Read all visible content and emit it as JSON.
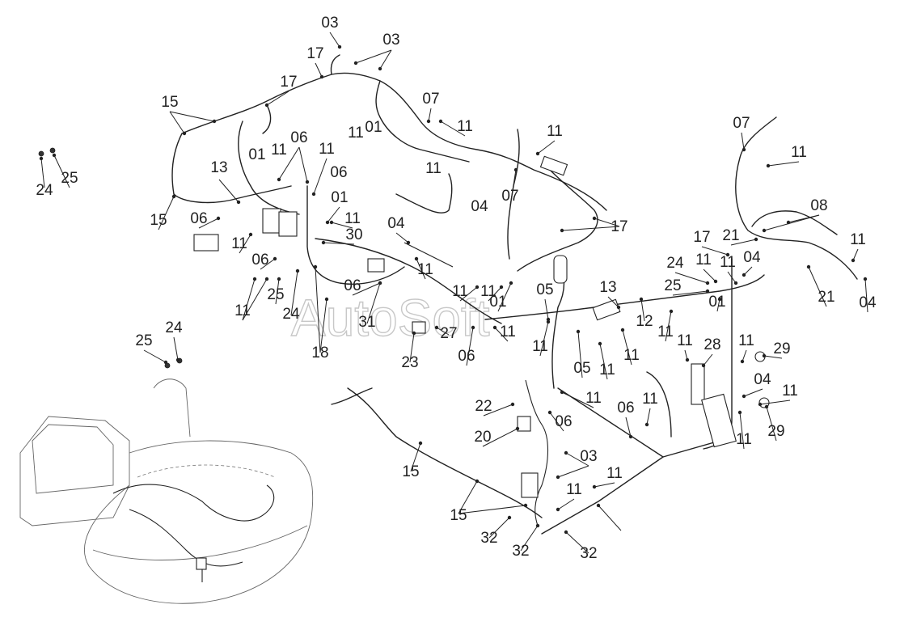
{
  "watermark": "AutoSoft",
  "callouts": [
    {
      "id": "c01",
      "text": "03"
    },
    {
      "id": "c02",
      "text": "03"
    },
    {
      "id": "c03",
      "text": "17"
    },
    {
      "id": "c04",
      "text": "17"
    },
    {
      "id": "c05",
      "text": "15"
    },
    {
      "id": "c06",
      "text": "11"
    },
    {
      "id": "c07",
      "text": "01"
    },
    {
      "id": "c08",
      "text": "07"
    },
    {
      "id": "c09",
      "text": "11"
    },
    {
      "id": "c10",
      "text": "11"
    },
    {
      "id": "c11",
      "text": "07"
    },
    {
      "id": "c12",
      "text": "11"
    },
    {
      "id": "c13",
      "text": "24"
    },
    {
      "id": "c14",
      "text": "25"
    },
    {
      "id": "c15",
      "text": "06"
    },
    {
      "id": "c16",
      "text": "01"
    },
    {
      "id": "c17",
      "text": "11"
    },
    {
      "id": "c18",
      "text": "11"
    },
    {
      "id": "c19",
      "text": "13"
    },
    {
      "id": "c20",
      "text": "06"
    },
    {
      "id": "c21",
      "text": "11"
    },
    {
      "id": "c22",
      "text": "04"
    },
    {
      "id": "c23",
      "text": "15"
    },
    {
      "id": "c24",
      "text": "06"
    },
    {
      "id": "c25",
      "text": "01"
    },
    {
      "id": "c26",
      "text": "11"
    },
    {
      "id": "c27",
      "text": "07"
    },
    {
      "id": "c28",
      "text": "17"
    },
    {
      "id": "c29",
      "text": "08"
    },
    {
      "id": "c30",
      "text": "11"
    },
    {
      "id": "c31",
      "text": "30"
    },
    {
      "id": "c32",
      "text": "04"
    },
    {
      "id": "c33",
      "text": "06"
    },
    {
      "id": "c34",
      "text": "11"
    },
    {
      "id": "c35",
      "text": "17"
    },
    {
      "id": "c36",
      "text": "21"
    },
    {
      "id": "c37",
      "text": "04"
    },
    {
      "id": "c38",
      "text": "11"
    },
    {
      "id": "c39",
      "text": "24"
    },
    {
      "id": "c40",
      "text": "11"
    },
    {
      "id": "c41",
      "text": "21"
    },
    {
      "id": "c42",
      "text": "04"
    },
    {
      "id": "c43",
      "text": "11"
    },
    {
      "id": "c44",
      "text": "25"
    },
    {
      "id": "c45",
      "text": "06"
    },
    {
      "id": "c46",
      "text": "11"
    },
    {
      "id": "c47",
      "text": "05"
    },
    {
      "id": "c48",
      "text": "13"
    },
    {
      "id": "c49",
      "text": "25"
    },
    {
      "id": "c50",
      "text": "24"
    },
    {
      "id": "c51",
      "text": "11"
    },
    {
      "id": "c52",
      "text": "01"
    },
    {
      "id": "c53",
      "text": "01"
    },
    {
      "id": "c54",
      "text": "11"
    },
    {
      "id": "c55",
      "text": "31"
    },
    {
      "id": "c56",
      "text": "12"
    },
    {
      "id": "c57",
      "text": "11"
    },
    {
      "id": "c58",
      "text": "27"
    },
    {
      "id": "c59",
      "text": "11"
    },
    {
      "id": "c60",
      "text": "24"
    },
    {
      "id": "c61",
      "text": "18"
    },
    {
      "id": "c62",
      "text": "25"
    },
    {
      "id": "c63",
      "text": "06"
    },
    {
      "id": "c64",
      "text": "11"
    },
    {
      "id": "c65",
      "text": "28"
    },
    {
      "id": "c66",
      "text": "11"
    },
    {
      "id": "c67",
      "text": "29"
    },
    {
      "id": "c68",
      "text": "11"
    },
    {
      "id": "c69",
      "text": "23"
    },
    {
      "id": "c70",
      "text": "05"
    },
    {
      "id": "c71",
      "text": "11"
    },
    {
      "id": "c72",
      "text": "04"
    },
    {
      "id": "c73",
      "text": "11"
    },
    {
      "id": "c74",
      "text": "11"
    },
    {
      "id": "c75",
      "text": "22"
    },
    {
      "id": "c76",
      "text": "06"
    },
    {
      "id": "c77",
      "text": "06"
    },
    {
      "id": "c78",
      "text": "11"
    },
    {
      "id": "c79",
      "text": "29"
    },
    {
      "id": "c80",
      "text": "11"
    },
    {
      "id": "c81",
      "text": "20"
    },
    {
      "id": "c82",
      "text": "03"
    },
    {
      "id": "c83",
      "text": "15"
    },
    {
      "id": "c84",
      "text": "11"
    },
    {
      "id": "c85",
      "text": "11"
    },
    {
      "id": "c86",
      "text": "15"
    },
    {
      "id": "c87",
      "text": "32"
    },
    {
      "id": "c88",
      "text": "11"
    },
    {
      "id": "c89",
      "text": "32"
    },
    {
      "id": "c90",
      "text": "32"
    }
  ]
}
